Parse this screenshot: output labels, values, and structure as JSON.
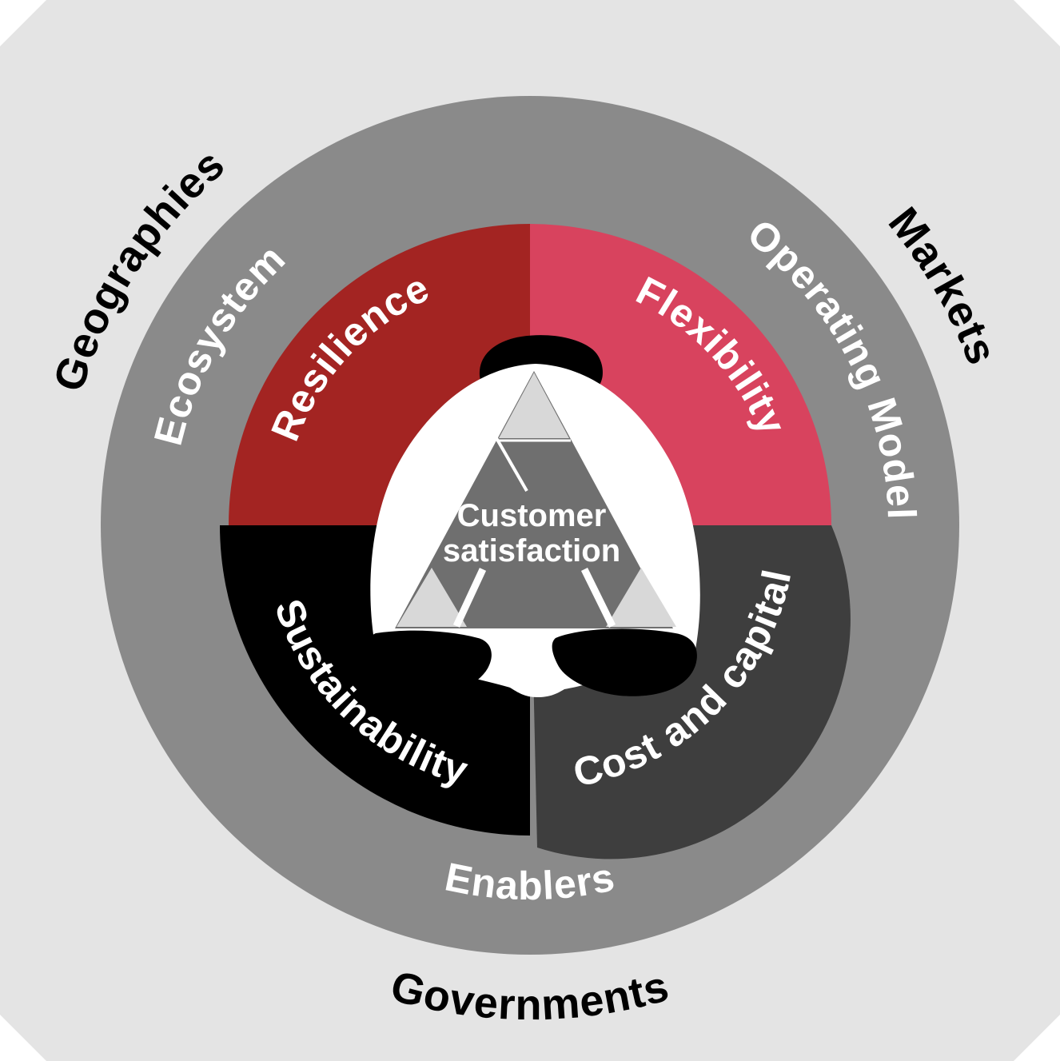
{
  "diagram": {
    "card_color": "#e4e4e4",
    "ring_color": "#8a8a8a",
    "ring_label_color": "#ffffff",
    "outer_label_color": "#000000",
    "outer_labels": [
      {
        "label": "Geographies"
      },
      {
        "label": "Markets"
      },
      {
        "label": "Governments"
      }
    ],
    "ring_labels": [
      {
        "label": "Ecosystem"
      },
      {
        "label": "Operating Model"
      },
      {
        "label": "Enablers"
      }
    ],
    "quadrants": [
      {
        "label": "Resilience",
        "color": "#a32422",
        "label_color": "#ffffff"
      },
      {
        "label": "Flexibility",
        "color": "#d8435e",
        "label_color": "#ffffff"
      },
      {
        "label": "Sustainability",
        "color": "#000000",
        "label_color": "#ffffff"
      },
      {
        "label": "Cost and capital",
        "color": "#3e3e3e",
        "label_color": "#ffffff"
      }
    ],
    "center": {
      "label_line1": "Customer",
      "label_line2": "satisfaction",
      "label_color": "#ffffff",
      "highlight_color": "#ffffff",
      "triangle_color": "#6f6f6f",
      "triangle_corner_color": "#d8d8d8",
      "redaction_color": "#000000"
    }
  }
}
